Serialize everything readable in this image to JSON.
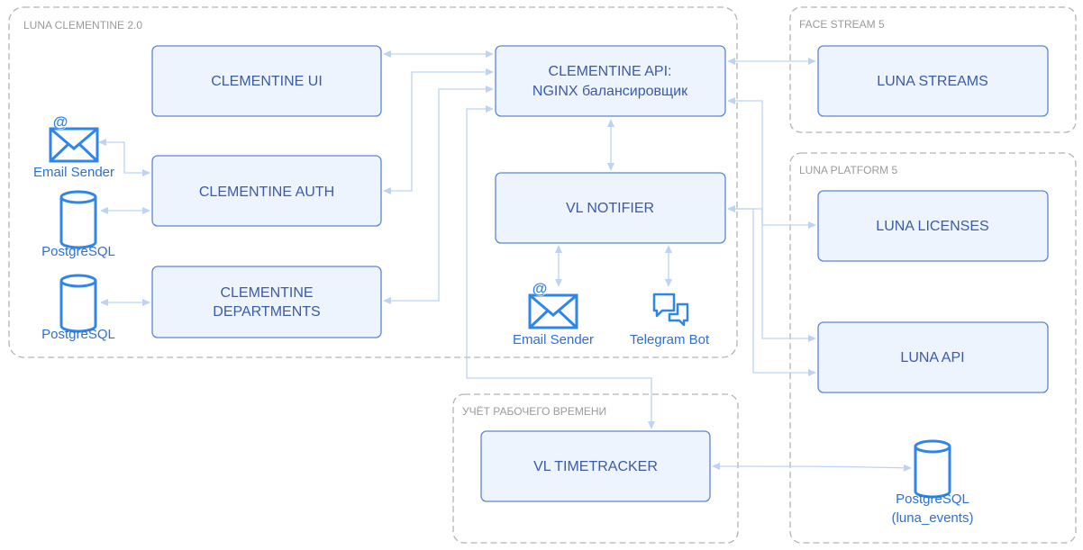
{
  "colors": {
    "box_fill": "#eef4fd",
    "box_stroke": "#5b86d0",
    "text": "#3a5ba8",
    "icon": "#2f86e8",
    "connector": "#bcd3f4",
    "group_border": "#b3b3b3",
    "group_text": "#9a9a9a"
  },
  "groups": {
    "luna_clementine": "LUNA CLEMENTINE 2.0",
    "face_stream": "FACE STREAM 5",
    "luna_platform": "LUNA PLATFORM 5",
    "timetracking": "УЧЁТ РАБОЧЕГО ВРЕМЕНИ"
  },
  "services": {
    "clementine_ui": "CLEMENTINE UI",
    "clementine_api_line1": "CLEMENTINE API:",
    "clementine_api_line2": "NGINX балансировщик",
    "clementine_auth": "CLEMENTINE AUTH",
    "vl_notifier": "VL NOTIFIER",
    "clementine_departments_line1": "CLEMENTINE",
    "clementine_departments_line2": "DEPARTMENTS",
    "luna_streams": "LUNA STREAMS",
    "luna_licenses": "LUNA LICENSES",
    "luna_api": "LUNA API",
    "vl_timetracker": "VL TIMETRACKER"
  },
  "icons": {
    "email_sender_auth": {
      "icon": "email-icon",
      "label": "Email Sender"
    },
    "postgres_auth": {
      "icon": "database-icon",
      "label": "PostgreSQL"
    },
    "postgres_departments": {
      "icon": "database-icon",
      "label": "PostgreSQL"
    },
    "email_sender_notifier": {
      "icon": "email-icon",
      "label": "Email Sender"
    },
    "telegram_bot": {
      "icon": "chat-icon",
      "label": "Telegram Bot"
    },
    "postgres_events": {
      "icon": "database-icon",
      "label_line1": "PostgreSQL",
      "label_line2": "(luna_events)"
    }
  }
}
